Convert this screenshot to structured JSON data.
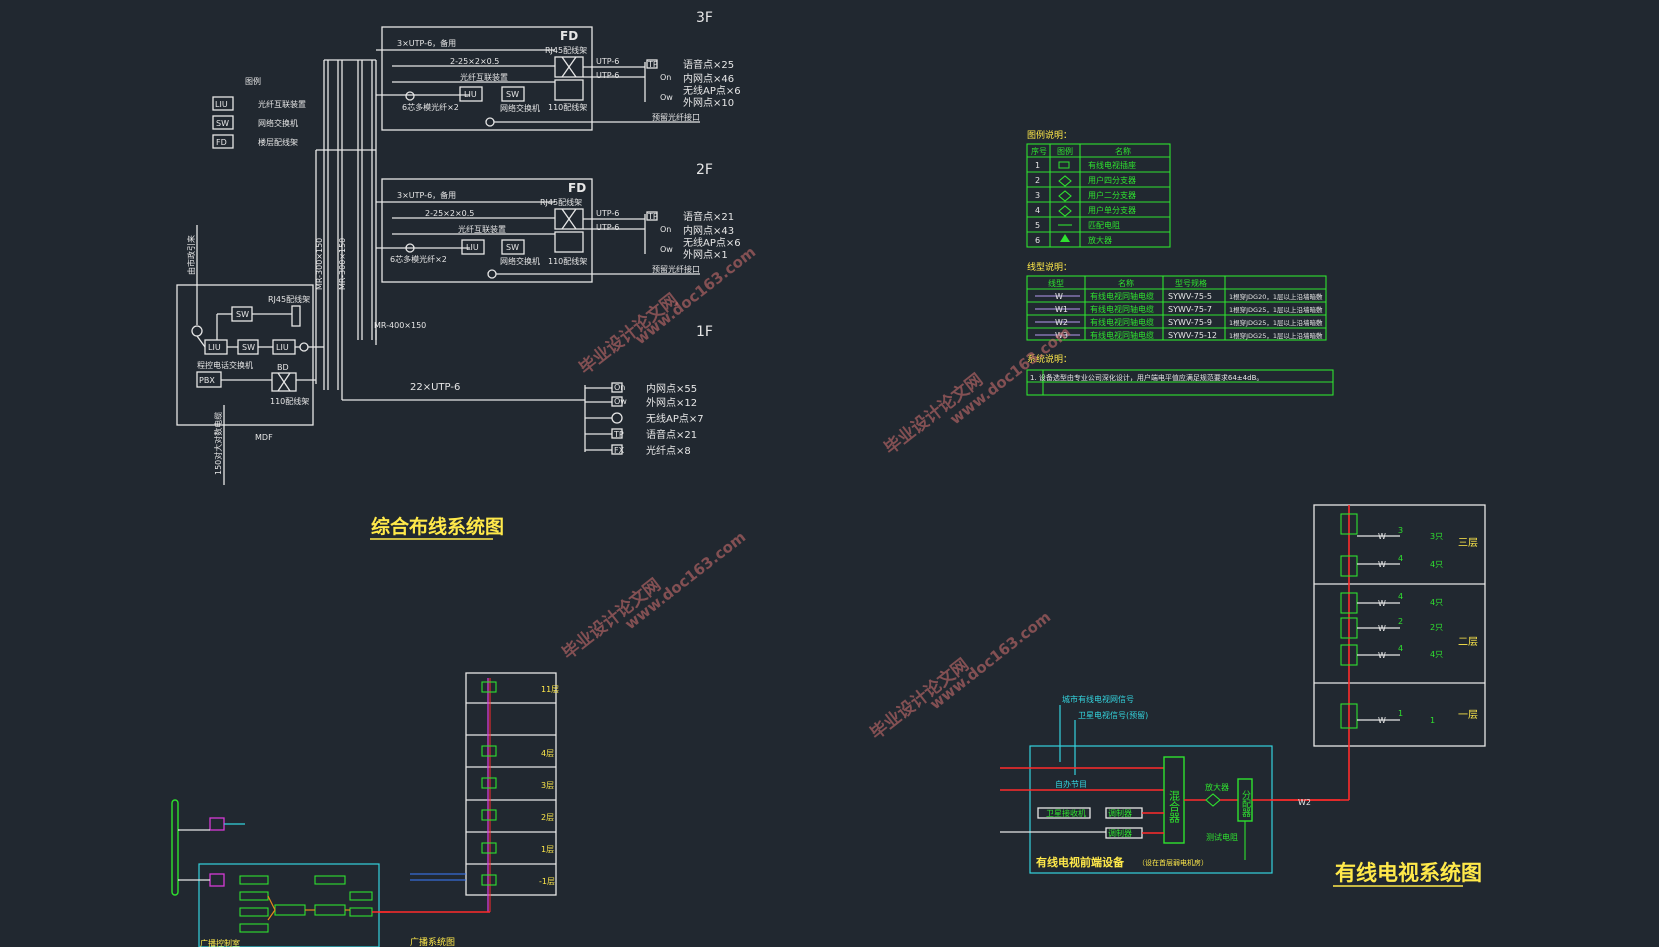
{
  "floors": {
    "f3": "3F",
    "f2": "2F",
    "f1": "1F"
  },
  "legend": {
    "title": "图例",
    "items": [
      {
        "code": "LIU",
        "desc": "光纤互联装置"
      },
      {
        "code": "SW",
        "desc": "网络交换机"
      },
      {
        "code": "FD",
        "desc": "楼层配线架"
      }
    ]
  },
  "fd3": {
    "title": "FD",
    "cable_utp": "3×UTP-6，备用",
    "cable_25": "2-25×2×0.5",
    "rj45": "RJ45配线架",
    "utp_a": "UTP-6",
    "utp_b": "UTP-6",
    "fiber_patch": "光纤互联装置",
    "fiber_core": "6芯多模光纤×2",
    "liu": "LIU",
    "sw": "SW",
    "sw_label": "网络交换机",
    "block110": "110配线架",
    "tp": "TP",
    "on": "On",
    "ow": "Ow",
    "outlets": [
      "语音点×25",
      "内网点×46",
      "无线AP点×6",
      "外网点×10"
    ],
    "reserve": "预留光纤接口"
  },
  "fd2": {
    "title": "FD",
    "cable_utp": "3×UTP-6，备用",
    "cable_25": "2-25×2×0.5",
    "rj45": "RJ45配线架",
    "utp_a": "UTP-6",
    "utp_b": "UTP-6",
    "fiber_patch": "光纤互联装置",
    "fiber_core": "6芯多模光纤×2",
    "liu": "LIU",
    "sw": "SW",
    "sw_label": "网络交换机",
    "block110": "110配线架",
    "tp": "TP",
    "on": "On",
    "ow": "Ow",
    "outlets": [
      "语音点×21",
      "内网点×43",
      "无线AP点×6",
      "外网点×1"
    ],
    "reserve": "预留光纤接口"
  },
  "mdf": {
    "label": "MDF",
    "rj45": "RJ45配线架",
    "sw1": "SW",
    "sw2": "SW",
    "liu1": "LIU",
    "liu2": "LIU",
    "pbx": "PBX",
    "bd": "BD",
    "pbx_label": "程控电话交换机",
    "block110": "110配线架",
    "incoming_top": "由市政引来",
    "incoming_bottom": "150对大对数电缆",
    "tray1": "MR-300×150",
    "tray2": "MR-300×150",
    "tray3": "MR-400×150"
  },
  "floor1": {
    "cable": "22×UTP-6",
    "on": "On",
    "ow": "Ow",
    "tp": "TP",
    "fx": "FX",
    "outlets": [
      "内网点×55",
      "外网点×12",
      "无线AP点×7",
      "语音点×21",
      "光纤点×8"
    ]
  },
  "titles": {
    "cabling": "综合布线系统图",
    "catv": "有线电视系统图",
    "broadcast": "广播系统图",
    "broadcast_room": "广播控制室"
  },
  "legend_table": {
    "title": "图例说明：",
    "headers": [
      "序号",
      "图例",
      "名称"
    ],
    "rows": [
      [
        "1",
        "",
        "有线电视插座"
      ],
      [
        "2",
        "",
        "用户四分支器"
      ],
      [
        "3",
        "",
        "用户二分支器"
      ],
      [
        "4",
        "",
        "用户单分支器"
      ],
      [
        "5",
        "",
        "匹配电阻"
      ],
      [
        "6",
        "",
        "放大器"
      ]
    ]
  },
  "line_table": {
    "title": "线型说明：",
    "headers": [
      "线型",
      "名称",
      "型号规格",
      ""
    ],
    "rows": [
      [
        "W",
        "有线电视同轴电缆",
        "SYWV-75-5",
        "1根穿JDG20，1层以上沿墙暗敷"
      ],
      [
        "W1",
        "有线电视同轴电缆",
        "SYWV-75-7",
        "1根穿JDG25，1层以上沿墙暗敷"
      ],
      [
        "W2",
        "有线电视同轴电缆",
        "SYWV-75-9",
        "1根穿JDG25，1层以上沿墙暗敷"
      ],
      [
        "W3",
        "有线电视同轴电缆",
        "SYWV-75-12",
        "1根穿JDG25，1层以上沿墙暗敷"
      ]
    ]
  },
  "system_note": {
    "title": "系统说明：",
    "text": "1. 设备选型由专业公司深化设计，用户端电平值应满足规范要求64±4dB。"
  },
  "catv": {
    "floor3": "三层",
    "floor2": "二层",
    "floor1": "一层",
    "w_label": "W",
    "w2": "W2",
    "branches": [
      {
        "n": "3",
        "pts": "3只"
      },
      {
        "n": "4",
        "pts": "4只"
      },
      {
        "n": "4",
        "pts": "4只"
      },
      {
        "n": "2",
        "pts": "2只"
      },
      {
        "n": "4",
        "pts": "4只"
      },
      {
        "n": "1",
        "pts": "1"
      }
    ],
    "signal1": "城市有线电视网信号",
    "signal2": "卫星电视信号(预留)",
    "mixer": "混合器",
    "splitter": "分配器",
    "amp": "放大器",
    "headend_title": "有线电视前端设备",
    "headend_note": "（设在首层弱电机房）",
    "sat": "卫星接收机",
    "modulator": "调制器",
    "self": "自办节目",
    "test": "测试电阻"
  },
  "broadcast": {
    "floors": [
      "11层",
      "4层",
      "3层",
      "2层",
      "1层",
      "-1层"
    ]
  },
  "watermarks": [
    "毕业设计论文网",
    "www.doc163.com"
  ]
}
